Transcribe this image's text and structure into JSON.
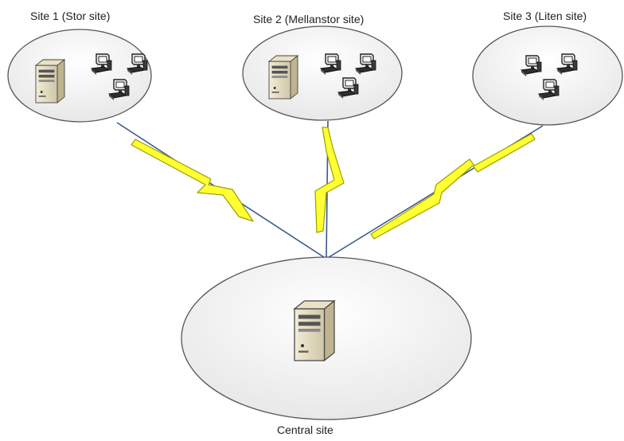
{
  "sites": [
    {
      "label": "Site 1 (Stor site)",
      "server_icon": "server-icon",
      "workstation_icon": "workstation-icon",
      "workstations": 3
    },
    {
      "label": "Site 2 (Mellanstor site)",
      "server_icon": "server-icon",
      "workstation_icon": "workstation-icon",
      "workstations": 3
    },
    {
      "label": "Site 3 (Liten site)",
      "workstation_icon": "workstation-icon",
      "workstations": 3
    }
  ],
  "central": {
    "label": "Central site",
    "server_icon": "server-icon"
  },
  "link_icon": "lightning-link-icon",
  "colors": {
    "lightning_fill": "#ffff33",
    "lightning_stroke": "#9aa000",
    "link_line": "#3a5a8a",
    "ellipse_stroke": "#555555"
  }
}
